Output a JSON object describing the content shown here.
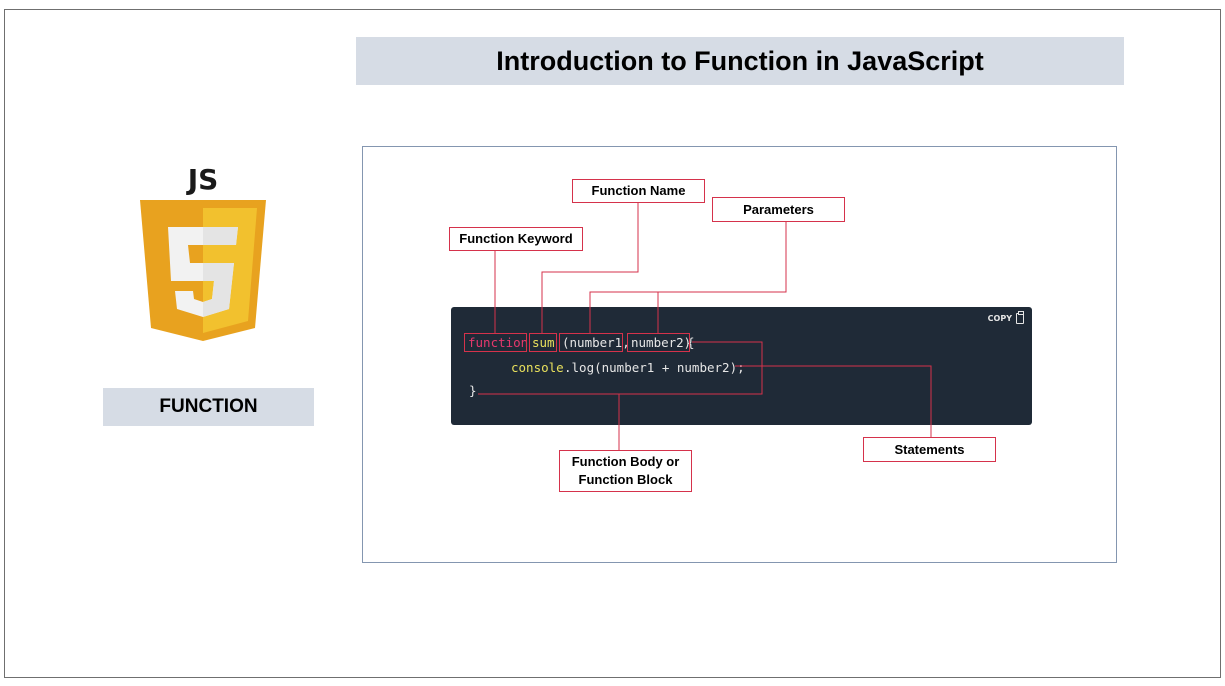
{
  "slide": {
    "title": "Introduction to Function in JavaScript",
    "side_label": "FUNCTION",
    "logo": {
      "icon": "javascript-shield-icon",
      "text": "JS",
      "badge": "5"
    }
  },
  "diagram": {
    "code_block": {
      "copy_label": "COPY",
      "copy_icon": "clipboard-icon",
      "tokens": {
        "keyword": "function",
        "name": "sum",
        "param_open": "(number1,",
        "param_two": "number2)",
        "brace_open": "{",
        "body_indent": "      ",
        "body_console": "console",
        "body_rest": ".log(number1 + number2);",
        "brace_close": "}"
      }
    },
    "callouts": {
      "function_keyword": "Function Keyword",
      "function_name": "Function Name",
      "parameters": "Parameters",
      "function_body_line1": "Function Body or",
      "function_body_line2": "Function Block",
      "statements": "Statements"
    }
  },
  "colors": {
    "accent_red": "#d5324b",
    "title_band": "#d6dce5",
    "code_background": "#1f2a37",
    "logo_orange": "#e8a21f",
    "logo_yellow": "#f2c12e"
  }
}
